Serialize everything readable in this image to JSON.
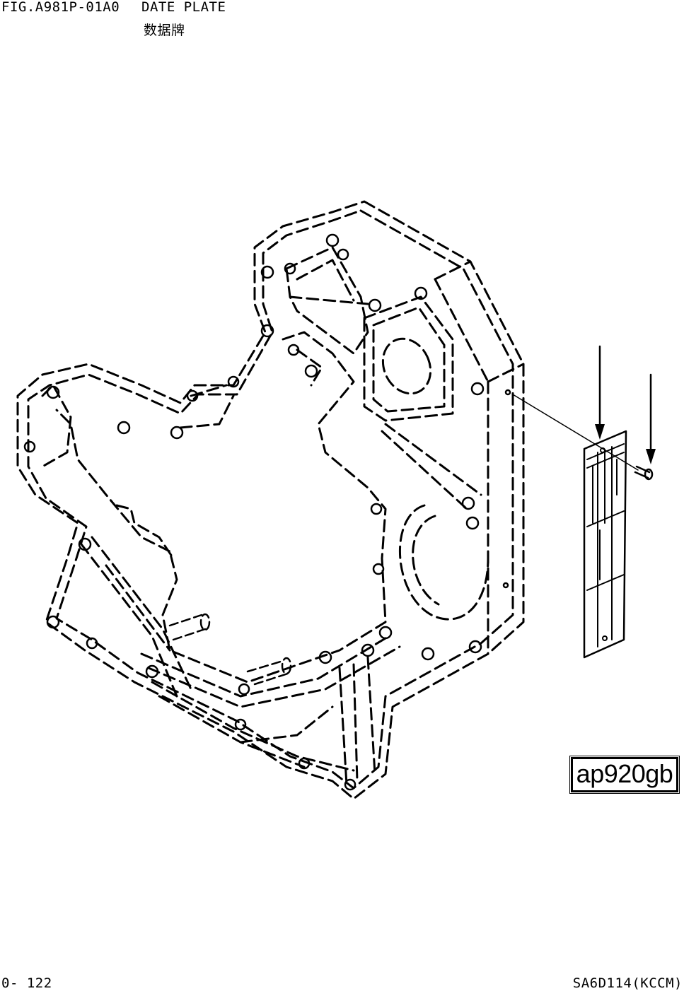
{
  "header": {
    "fig_code": "FIG.A981P-01A0",
    "title": "DATE PLATE",
    "subtitle": "数据牌"
  },
  "footer": {
    "page_number": "0- 122",
    "model_code": "SA6D114(KCCM)"
  },
  "diagram": {
    "illustration_id": "ap920gb"
  }
}
